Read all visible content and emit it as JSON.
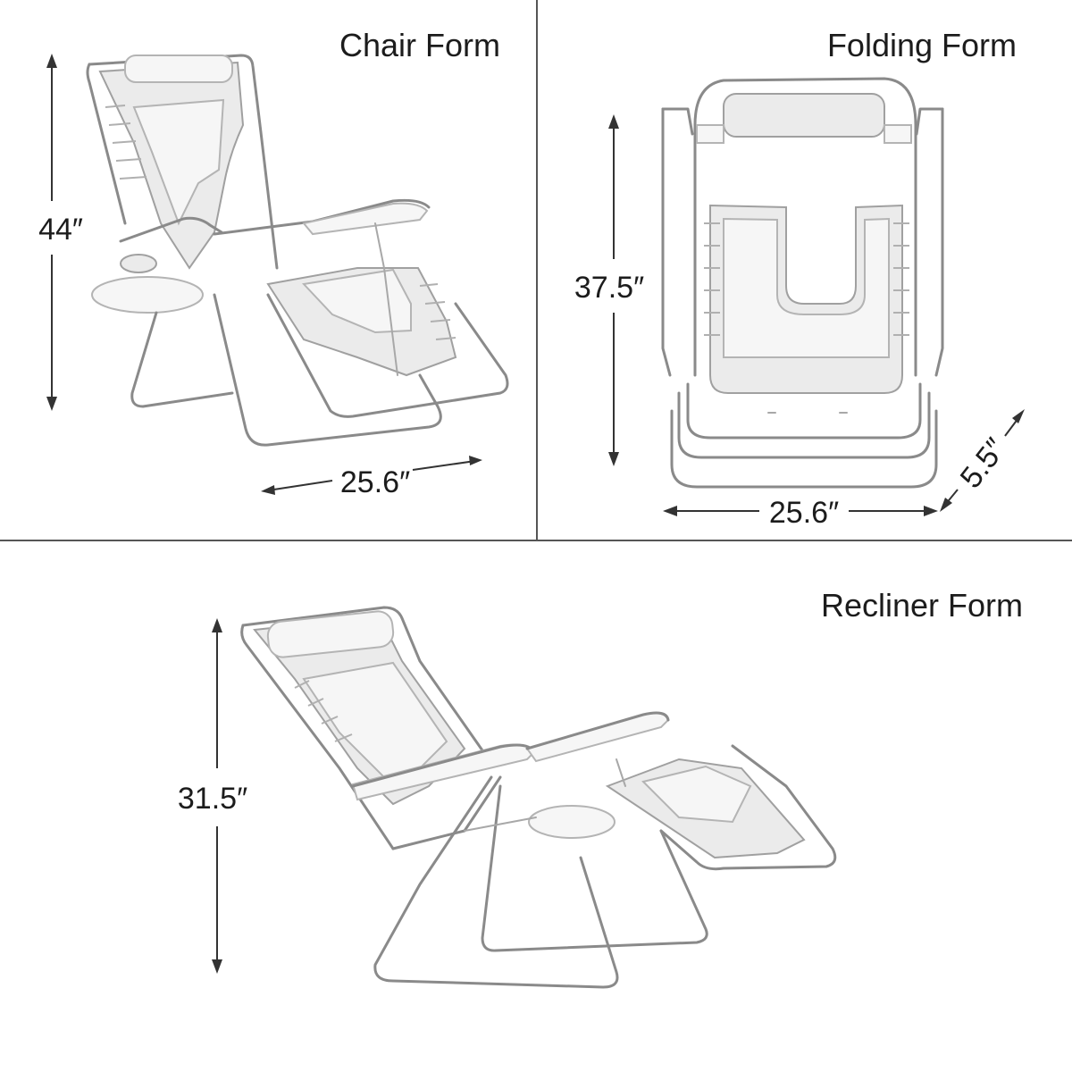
{
  "panels": {
    "chair": {
      "title": "Chair Form",
      "height": "44″",
      "width": "25.6″"
    },
    "folding": {
      "title": "Folding Form",
      "height": "37.5″",
      "width": "25.6″",
      "depth": "5.5″"
    },
    "recliner": {
      "title": "Recliner Form",
      "height": "31.5″"
    }
  }
}
